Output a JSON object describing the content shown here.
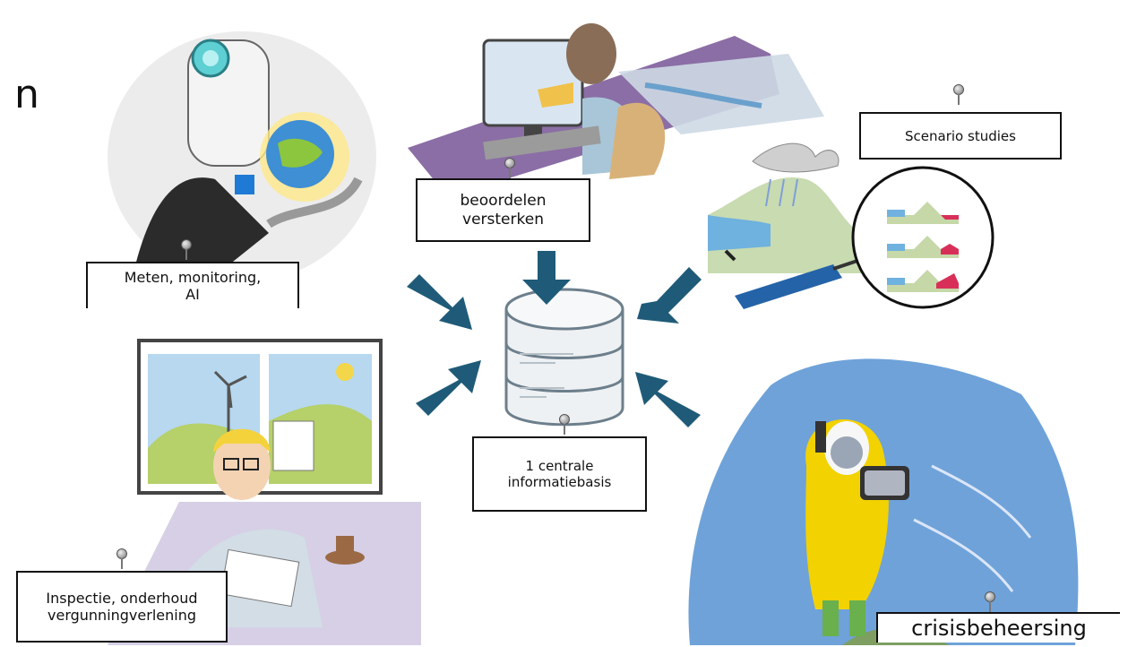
{
  "title_fragment": "n",
  "center_label": "1 centrale\ninformatiebasis",
  "labels": {
    "meten": "Meten, monitoring,\nAI",
    "beoordelen": "beoordelen\nversterken",
    "scenario": "Scenario studies",
    "inspectie": "Inspectie, onderhoud\nvergunningverlening",
    "crisis": "crisisbeheersing"
  },
  "colors": {
    "arrow": "#1f5b78",
    "db_outline": "#6d7f8c",
    "box_border": "#111111"
  }
}
